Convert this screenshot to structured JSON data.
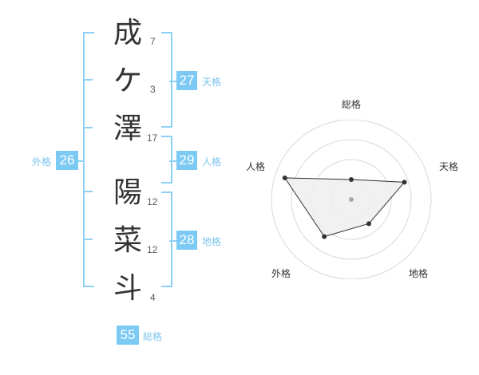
{
  "name": {
    "chars": [
      {
        "char": "成",
        "strokes": "7"
      },
      {
        "char": "ケ",
        "strokes": "3"
      },
      {
        "char": "澤",
        "strokes": "17"
      },
      {
        "char": "陽",
        "strokes": "12"
      },
      {
        "char": "菜",
        "strokes": "12"
      },
      {
        "char": "斗",
        "strokes": "4"
      }
    ]
  },
  "kakusu": {
    "tenkaku": {
      "label": "天格",
      "value": "27"
    },
    "jinkaku": {
      "label": "人格",
      "value": "29"
    },
    "chikaku": {
      "label": "地格",
      "value": "28"
    },
    "gaikaku": {
      "label": "外格",
      "value": "26"
    },
    "soukaku": {
      "label": "総格",
      "value": "55"
    }
  },
  "chart_data": {
    "type": "radar",
    "axes": [
      "総格",
      "天格",
      "地格",
      "外格",
      "人格"
    ],
    "rings": 4,
    "range": [
      0,
      4
    ],
    "values": [
      1,
      2.8,
      1.5,
      2.3,
      3.5
    ],
    "colors": {
      "fill": "#eeeeee",
      "line": "#333333",
      "grid": "#d9d9d9",
      "center": "#aaaaaa"
    }
  },
  "colors": {
    "accent": "#7ccaf4",
    "bracket": "#8fd0f6"
  }
}
